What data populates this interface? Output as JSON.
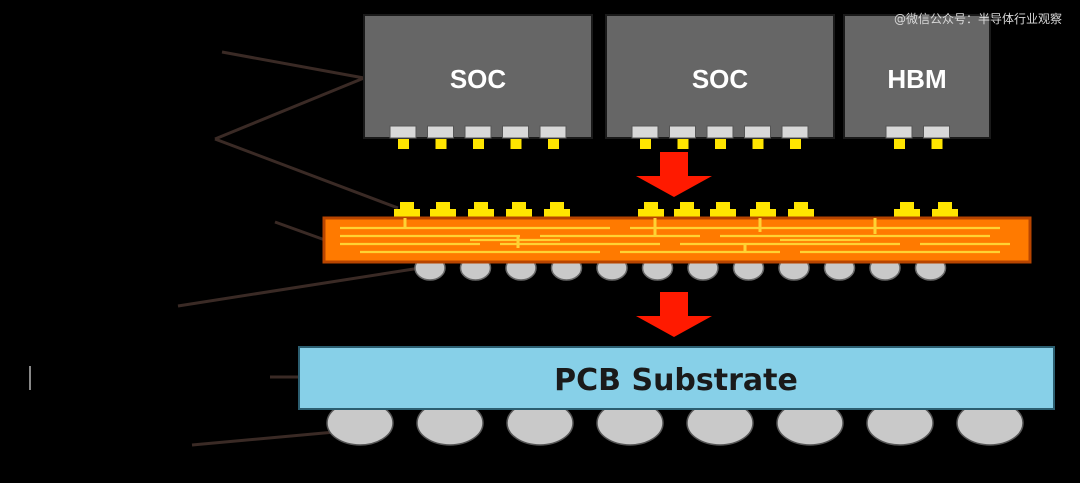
{
  "chips": [
    {
      "label": "SOC",
      "bumps": 5
    },
    {
      "label": "SOC",
      "bumps": 5
    },
    {
      "label": "HBM",
      "bumps": 2
    }
  ],
  "substrate": {
    "label": "PCB Substrate"
  },
  "watermark": "@微信公众号：半导体行业观察",
  "colors": {
    "background": "#000000",
    "chip_fill": "#666666",
    "chip_text": "#ffffff",
    "micro_bump": "#ffe500",
    "interposer": "#ff7a00",
    "interposer_border": "#b84500",
    "interposer_trace": "#ffd233",
    "c4_bump": "#c9c9c9",
    "pcb": "#87d0e8",
    "pcb_text": "#1a1a1a",
    "arrow": "#ff1a00",
    "leader_line": "#3a2a25"
  },
  "interposer_bump_count": 12,
  "bga_ball_count": 8
}
